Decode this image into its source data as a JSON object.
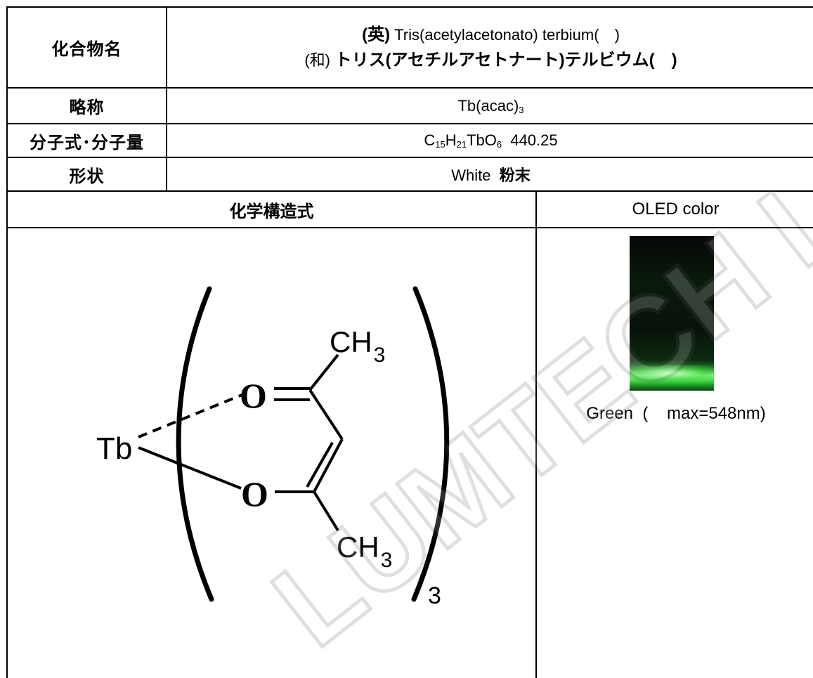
{
  "rows": {
    "name_label": "化合物名",
    "name_en_prefix": "(英)",
    "name_en": " Tris(acetylacetonato) terbium(　)",
    "name_jp_prefix": "(和)",
    "name_jp": " トリス(アセチルアセトナート)テルビウム(　)",
    "abbr_label": "略称",
    "abbr_main": "Tb(acac)",
    "abbr_sub": "3",
    "formula_label": "分子式･分子量",
    "formula_C": "C",
    "formula_C_sub": "15",
    "formula_H": "H",
    "formula_H_sub": "21",
    "formula_TbO": "TbO",
    "formula_O_sub": "6",
    "formula_mw": "  440.25",
    "shape_label": "形状",
    "shape_color": "White",
    "shape_form": "粉末"
  },
  "structure": {
    "heading": "化学構造式",
    "metal": "Tb",
    "oxygen_top": "O",
    "oxygen_bottom": "O",
    "methyl": "CH",
    "methyl_sub": "3",
    "count": "3"
  },
  "oled": {
    "heading": "OLED color",
    "caption_prefix": "Green  (",
    "caption_value": "    max=548nm)"
  },
  "watermark": {
    "text": "LUMTECH LAB."
  }
}
